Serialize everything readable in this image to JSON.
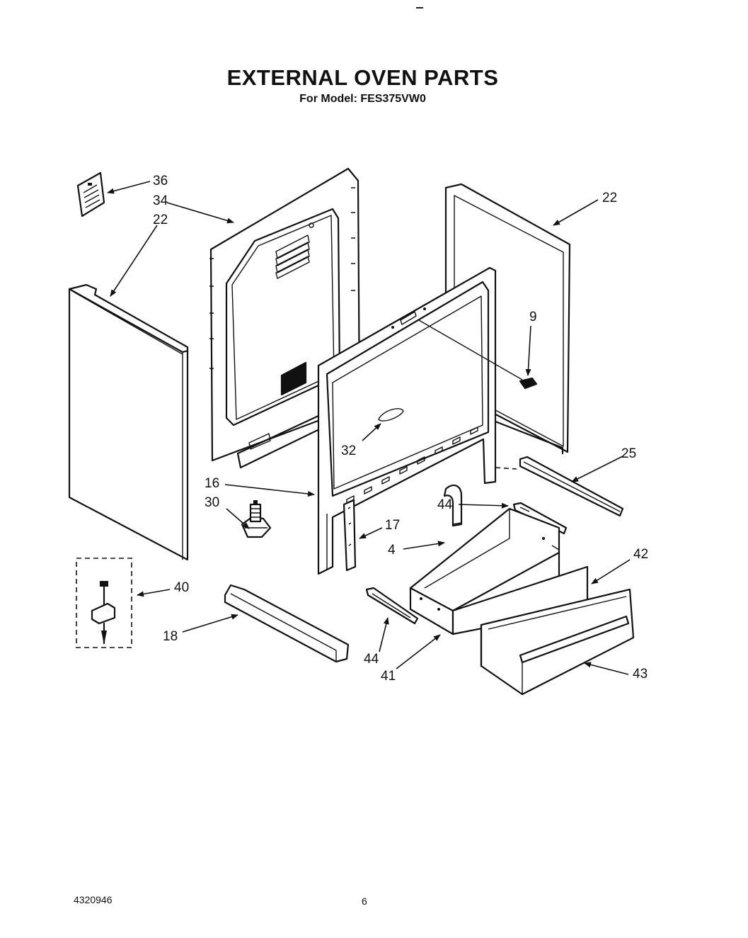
{
  "header": {
    "title": "EXTERNAL OVEN PARTS",
    "model_line": "For Model: FES375VW0"
  },
  "callouts": {
    "c36": "36",
    "c34": "34",
    "c22a": "22",
    "c22b": "22",
    "c9": "9",
    "c32": "32",
    "c25": "25",
    "c16": "16",
    "c30": "30",
    "c44a": "44",
    "c17": "17",
    "c4": "4",
    "c42": "42",
    "c40": "40",
    "c18": "18",
    "c44b": "44",
    "c41": "41",
    "c43": "43"
  },
  "footer": {
    "doc_number": "4320946",
    "page_number": "6"
  }
}
